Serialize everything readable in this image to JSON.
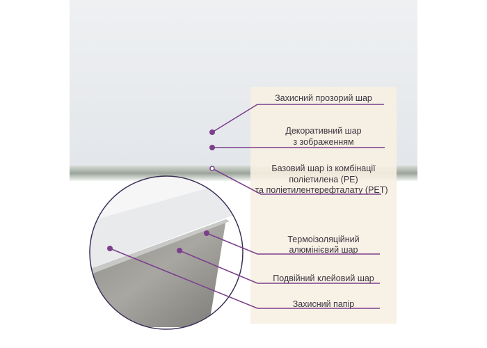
{
  "accent_color": "#7b3f8c",
  "layers": [
    {
      "lines": [
        "Захисний прозорий шар"
      ]
    },
    {
      "lines": [
        "Декоративний шар",
        "з зображенням"
      ]
    },
    {
      "lines": [
        "Базовий шар із комбінації",
        "поліетилена (PE)",
        "та поліетилентерефталату (PET)"
      ]
    },
    {
      "lines": [
        "Термоізоляційний",
        "алюмінієвий шар"
      ]
    },
    {
      "lines": [
        "Подвійний клейовий шар"
      ]
    },
    {
      "lines": [
        "Захисний папір"
      ]
    }
  ]
}
